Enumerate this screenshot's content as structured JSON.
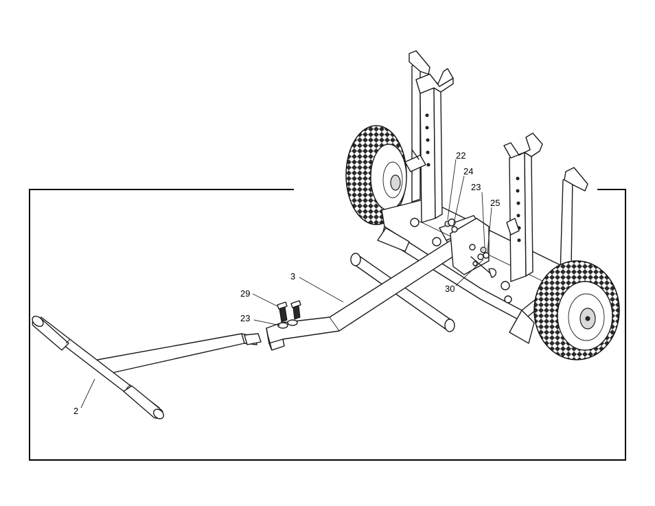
{
  "callouts": {
    "p2": "2",
    "p3": "3",
    "p22": "22",
    "p23a": "23",
    "p23b": "23",
    "p24": "24",
    "p25": "25",
    "p29": "29",
    "p30": "30"
  },
  "colors": {
    "line": "#1a1a1a",
    "frame": "#000000",
    "tire_tread": "#2a2a2a",
    "background": "#ffffff"
  }
}
